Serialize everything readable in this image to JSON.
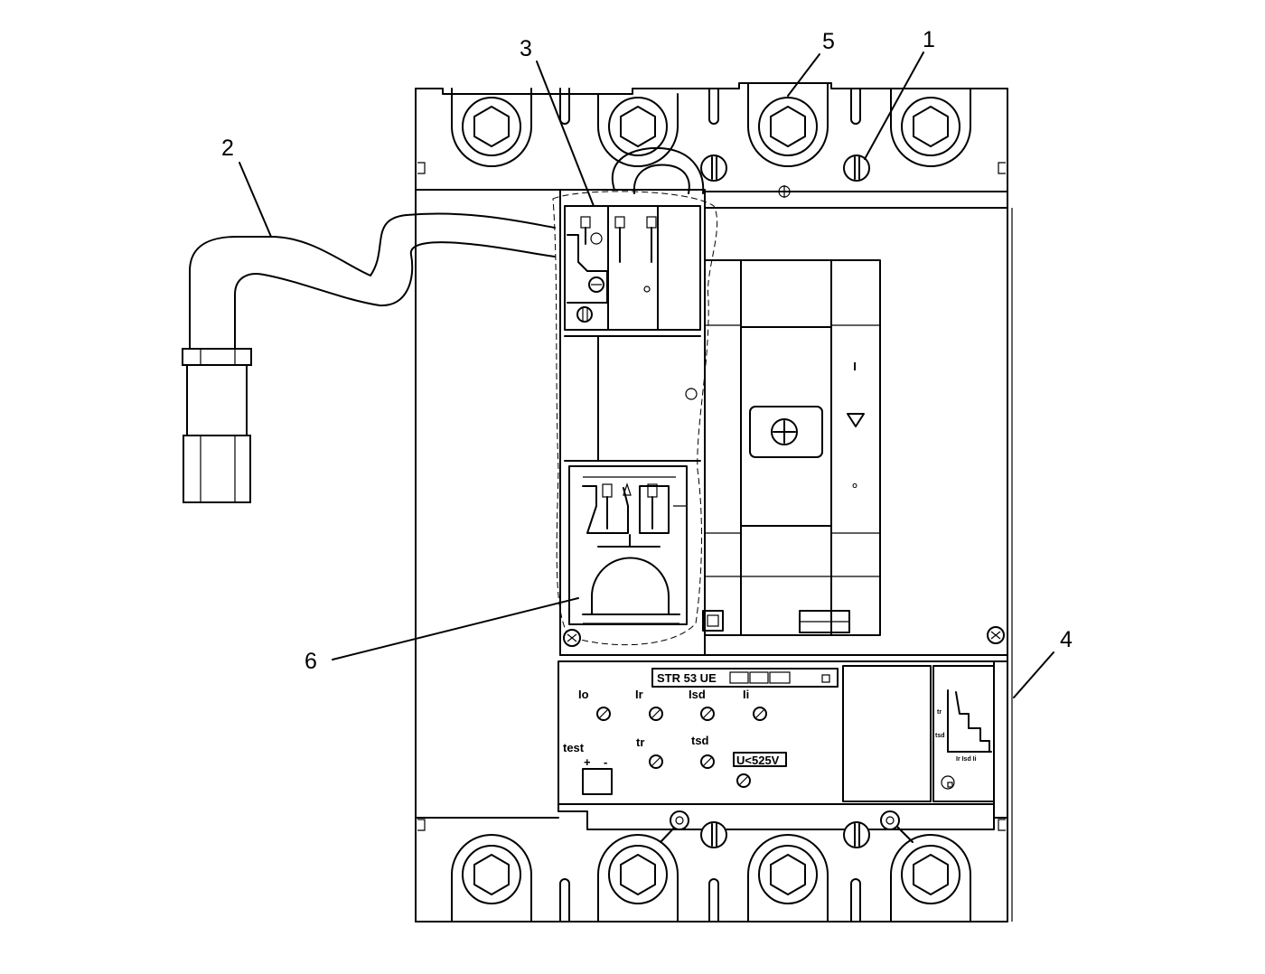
{
  "callouts": {
    "c1": "1",
    "c2": "2",
    "c3": "3",
    "c4": "4",
    "c5": "5",
    "c6": "6"
  },
  "trip_unit": {
    "model": "STR 53 UE",
    "dial_labels": {
      "io": "Io",
      "ir": "Ir",
      "isd": "Isd",
      "ii": "Ii",
      "tr": "tr",
      "tsd": "tsd"
    },
    "test_label": "test",
    "test_plus": "+",
    "test_minus": "-",
    "voltage_label": "U<525V",
    "curve_tr": "tr",
    "curve_tsd": "tsd",
    "curve_axis": "Ir Isd Ii"
  },
  "handle_marks": {
    "on": "I",
    "off": "O"
  }
}
